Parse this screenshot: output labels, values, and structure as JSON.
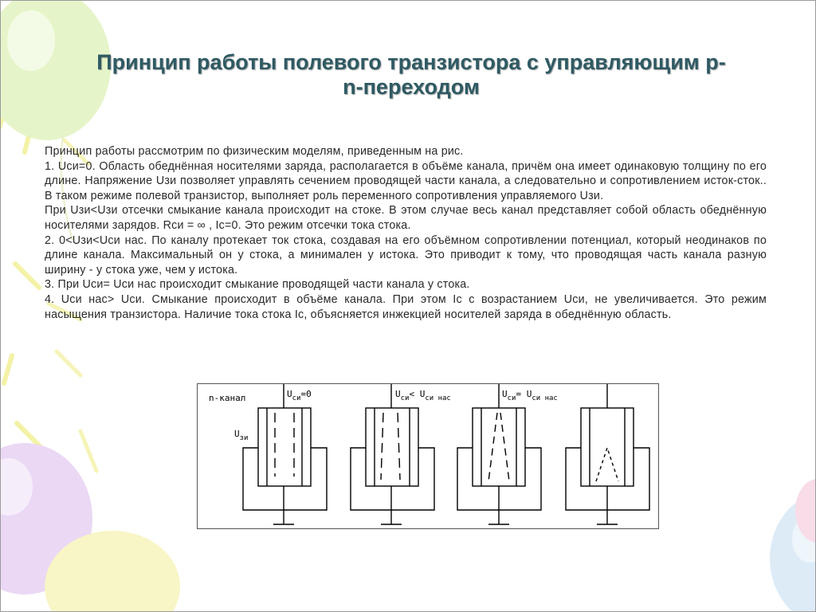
{
  "slide": {
    "title": "Принцип работы полевого транзистора с управляющим p-n-переходом",
    "paragraphs": [
      "Принцип работы рассмотрим по физическим моделям, приведенным на рис.",
      "1. Uси=0. Область обеднённая носителями заряда, располагается в объёме канала, причём она имеет одинаковую толщину по его длине. Напряжение Uзи позволяет управлять сечением проводящей части канала, а следовательно и сопротивлением исток-сток.. В таком режиме полевой транзистор, выполняет роль переменного сопротивления управляемого Uзи.",
      "При Uзи<Uзи отсечки смыкание канала происходит на стоке. В этом случае весь канал представляет собой область обеднённую носителями зарядов. Rси = ∞ , Ic=0. Это режим отсечки тока стока.",
      "2. 0<Uзи<Uси нас. По каналу протекает ток стока, создавая на его объёмном сопротивлении потенциал, который неодинаков по длине канала. Максимальный он у стока, а минимален у истока. Это приводит к тому, что проводящая часть канала разную ширину - у стока уже, чем у истока.",
      "3. При Uси= Uси нас происходит смыкание проводящей части канала у стока.",
      "4. Uси нас> Uси. Смыкание происходит в объёме канала. При этом Ic с возрастанием Uси, не увеличивается. Это режим насыщения транзистора. Наличие тока стока Ic, объясняется инжекцией носителей заряда в обеднённую область."
    ]
  },
  "figure": {
    "channel_label": "n-канал",
    "gate_voltage_main": "U",
    "gate_voltage_sub": "зи",
    "cases": [
      {
        "main": "U",
        "sub": "си",
        "rest": "=0"
      },
      {
        "main": "U",
        "sub": "си",
        "rest": "< U",
        "sub2": "си нас"
      },
      {
        "main": "U",
        "sub": "си",
        "rest": "= U",
        "sub2": "си нас"
      }
    ]
  }
}
